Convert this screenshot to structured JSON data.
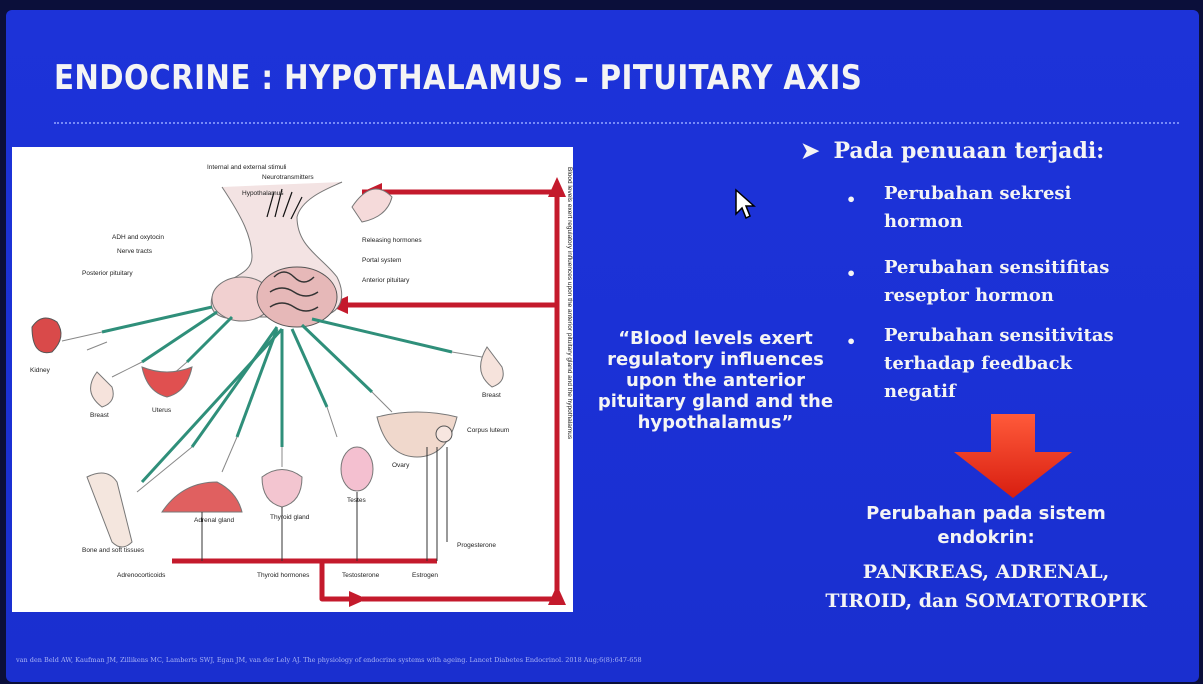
{
  "slide": {
    "title": "ENDOCRINE : HYPOTHALAMUS – PITUITARY AXIS",
    "quote": "“Blood levels exert regulatory influences upon the anterior pituitary gland and the hypothalamus”",
    "main_bullet": "Pada penuaan terjadi:",
    "main_bullet_marker": "➤",
    "sub_bullets": [
      {
        "line1": "Perubahan sekresi",
        "line2": "hormon"
      },
      {
        "line1": "Perubahan sensitifitas",
        "line2": "reseptor hormon"
      },
      {
        "line1": "Perubahan sensitivitas",
        "line2": "terhadap feedback",
        "line3": "negatif"
      }
    ],
    "result_line1": "Perubahan pada sistem",
    "result_line2": "endokrin:",
    "result_line3": "PANKREAS, ADRENAL,",
    "result_line4": "TIROID, dan SOMATOTROPIK",
    "footer": "van den Beld AW, Kaufman JM, Zillikens MC, Lamberts SWJ, Egan JM, van der Lely AJ. The physiology of endocrine systems with ageing. Lancet Diabetes Endocrinol. 2018 Aug;6(8):647-658",
    "colors": {
      "background": "#1d33d8",
      "text": "#f4f4f4",
      "arrow": "#e8321e",
      "diagram_red": "#c41a2c",
      "diagram_green": "#2f8f7a"
    }
  },
  "diagram": {
    "labels": {
      "stimuli": "Internal and external stimuli",
      "neurotransmitters": "Neurotransmitters",
      "hypothalamus": "Hypothalamus",
      "adh": "ADH and oxytocin",
      "nerve": "Nerve tracts",
      "posterior": "Posterior pituitary",
      "releasing": "Releasing hormones",
      "portal": "Portal system",
      "anterior": "Anterior pituitary",
      "kidney": "Kidney",
      "breast1": "Breast",
      "uterus": "Uterus",
      "breast2": "Breast",
      "bone": "Bone and soft tissues",
      "adrenal": "Adrenal gland",
      "thyroid": "Thyroid gland",
      "testes": "Testes",
      "ovary": "Ovary",
      "corpus": "Corpus luteum",
      "progesterone": "Progesterone",
      "adrenocorticoids": "Adrenocorticoids",
      "thyroid_hormones": "Thyroid hormones",
      "testosterone": "Testosterone",
      "estrogen": "Estrogen",
      "side_text": "Blood levels exert regulatory influences upon the anterior pituitary gland and the hypothalamus"
    }
  }
}
